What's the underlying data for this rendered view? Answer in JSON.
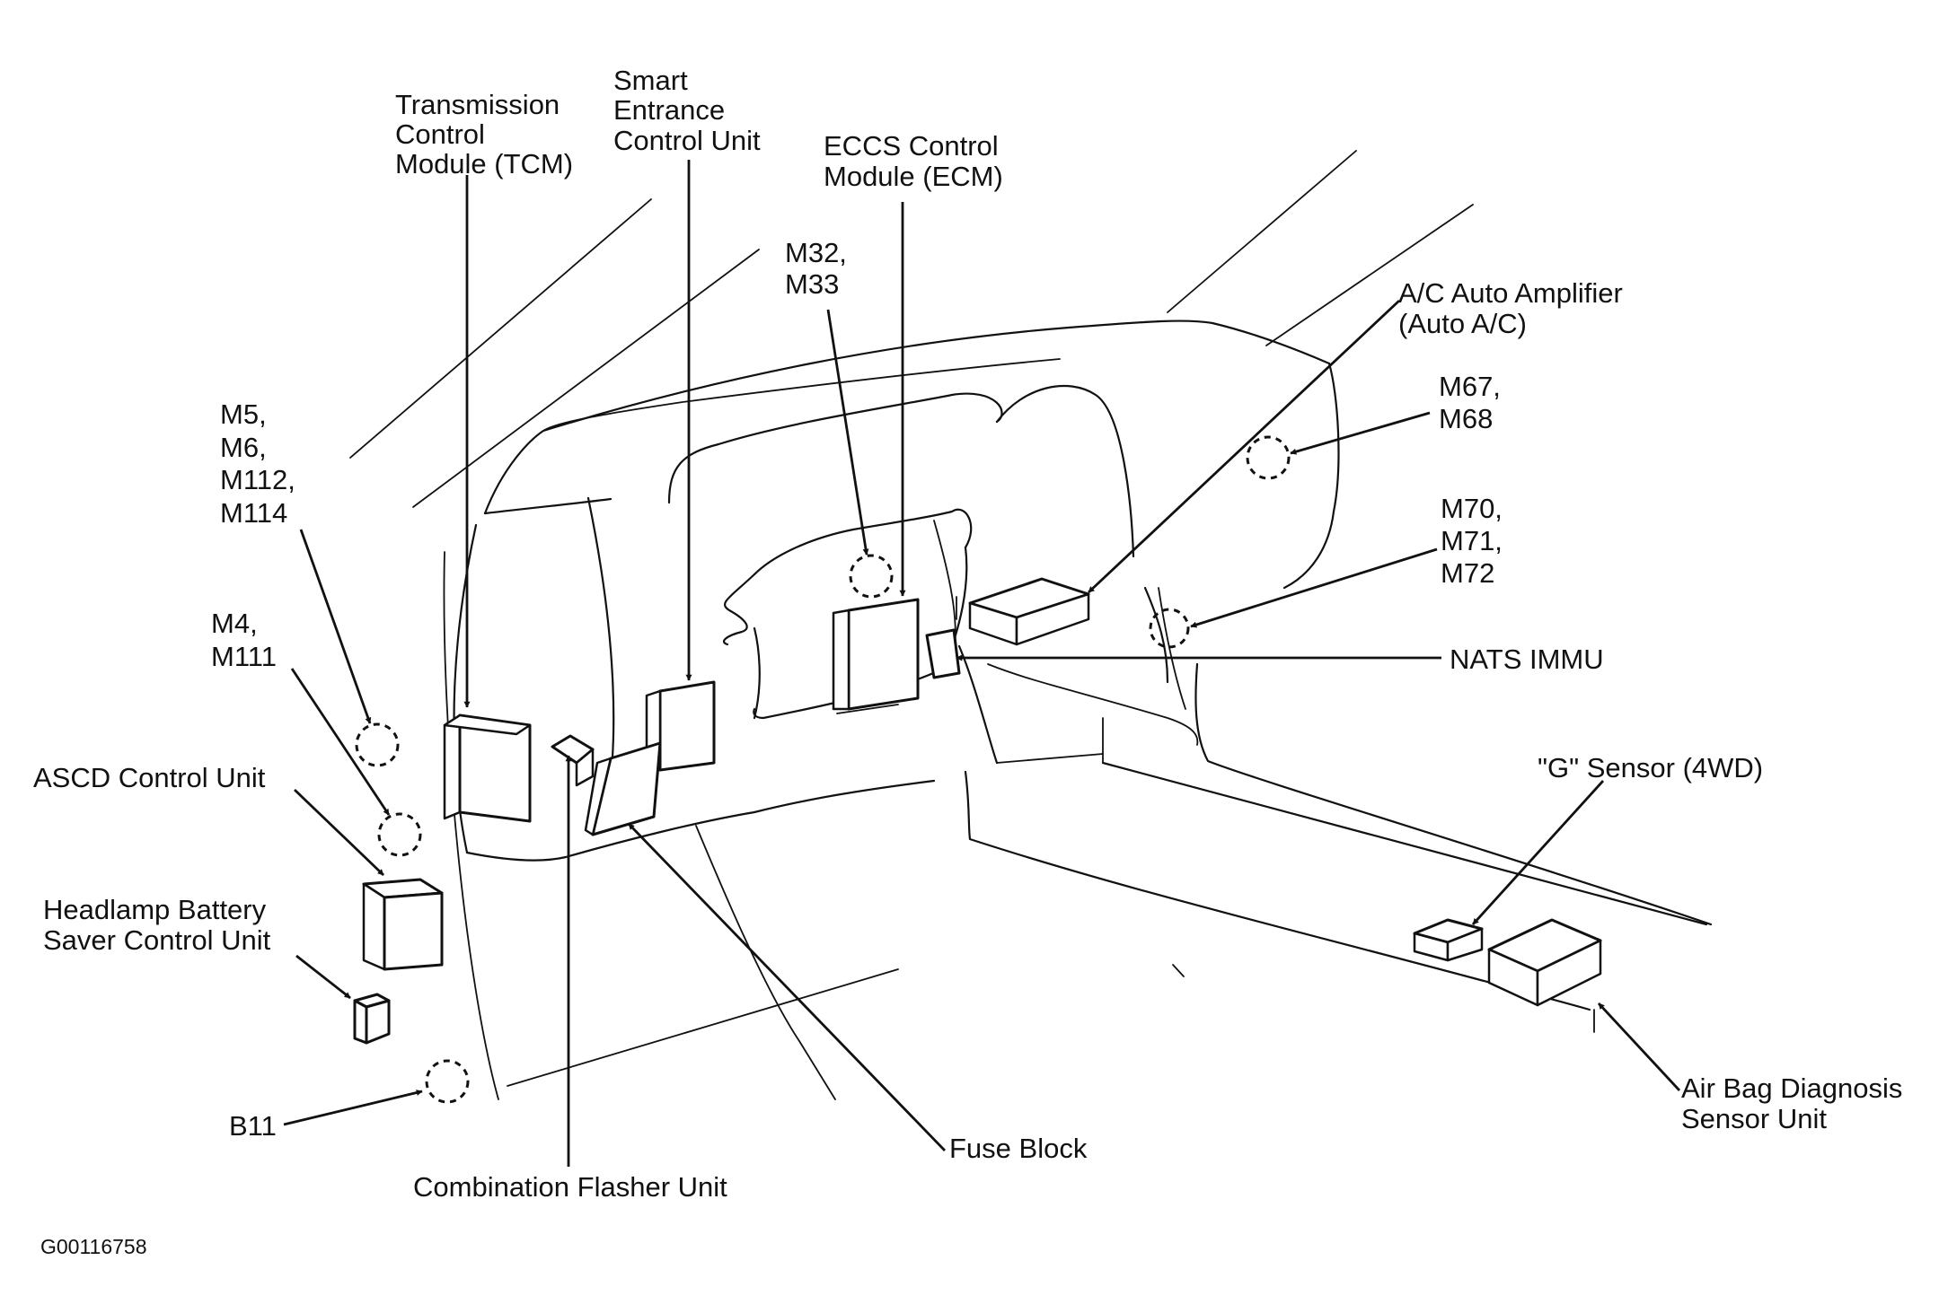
{
  "labels": {
    "tcm": [
      "Transmission",
      "Control",
      "Module (TCM)"
    ],
    "smart_entrance": [
      "Smart",
      "Entrance",
      "Control Unit"
    ],
    "ecm": [
      "ECCS Control",
      "Module (ECM)"
    ],
    "m32_m33": [
      "M32,",
      "M33"
    ],
    "ac_amp": [
      "A/C Auto Amplifier",
      "(Auto A/C)"
    ],
    "m67_m68": [
      "M67,",
      "M68"
    ],
    "m70_m72": [
      "M70,",
      "M71,",
      "M72"
    ],
    "nats": [
      "NATS IMMU"
    ],
    "g_sensor": [
      "\"G\" Sensor (4WD)"
    ],
    "airbag": [
      "Air Bag Diagnosis",
      "Sensor Unit"
    ],
    "m5_m114": [
      "M5,",
      "M6,",
      "M112,",
      "M114"
    ],
    "m4_m111": [
      "M4,",
      "M111"
    ],
    "ascd": [
      "ASCD Control Unit"
    ],
    "headlamp": [
      "Headlamp Battery",
      "Saver Control Unit"
    ],
    "b11": [
      "B11"
    ],
    "flasher": [
      "Combination Flasher Unit"
    ],
    "fuse": [
      "Fuse Block"
    ]
  },
  "figure_code": "G00116758"
}
